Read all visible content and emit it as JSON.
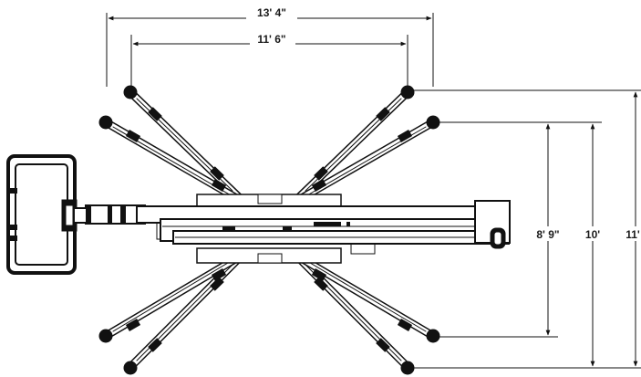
{
  "dimensions": {
    "outer_width": "13' 4\"",
    "inner_width": "11' 6\"",
    "height_short": "8' 9\"",
    "height_mid": "10'",
    "height_tall": "11'"
  }
}
